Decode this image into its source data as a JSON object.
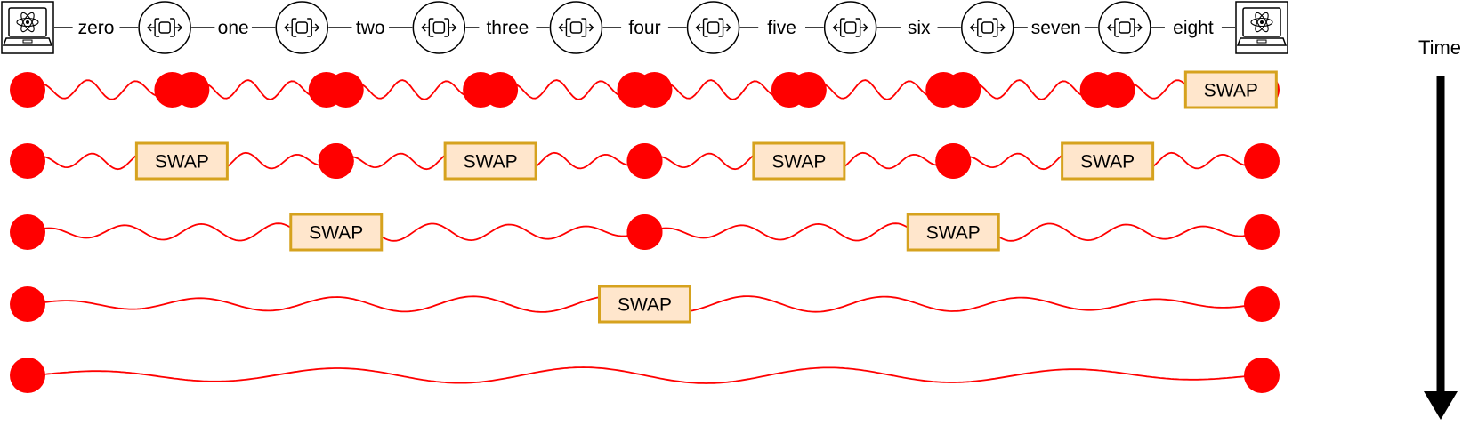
{
  "nodes": [
    "zero",
    "one",
    "two",
    "three",
    "four",
    "five",
    "six",
    "seven",
    "eight"
  ],
  "end_device_icon": "laptop-atom-icon",
  "repeater_icon": "quantum-repeater-icon",
  "swap_label": "SWAP",
  "time_label": "Time",
  "colors": {
    "entanglement": "#ff0000",
    "swap_fill": "#ffe6cc",
    "swap_stroke": "#d6a21e",
    "ink": "#000000"
  },
  "rounds": [
    {
      "links": [
        [
          0,
          1
        ],
        [
          1,
          2
        ],
        [
          2,
          3
        ],
        [
          3,
          4
        ],
        [
          4,
          5
        ],
        [
          5,
          6
        ],
        [
          6,
          7
        ],
        [
          7,
          8
        ]
      ],
      "swaps": [
        {
          "between": [
            7,
            8
          ],
          "at": 7.8
        }
      ]
    },
    {
      "links": [
        [
          0,
          2
        ],
        [
          2,
          4
        ],
        [
          4,
          6
        ],
        [
          6,
          8
        ]
      ],
      "swaps": [
        {
          "between": [
            0,
            2
          ],
          "at": 1
        },
        {
          "between": [
            2,
            4
          ],
          "at": 3
        },
        {
          "between": [
            4,
            6
          ],
          "at": 5
        },
        {
          "between": [
            6,
            8
          ],
          "at": 7
        }
      ]
    },
    {
      "links": [
        [
          0,
          4
        ],
        [
          4,
          8
        ]
      ],
      "swaps": [
        {
          "between": [
            0,
            4
          ],
          "at": 2
        },
        {
          "between": [
            4,
            8
          ],
          "at": 6
        }
      ]
    },
    {
      "links": [
        [
          0,
          8
        ]
      ],
      "swaps": [
        {
          "between": [
            0,
            8
          ],
          "at": 4
        }
      ]
    },
    {
      "links": [
        [
          0,
          8
        ]
      ],
      "swaps": []
    }
  ]
}
